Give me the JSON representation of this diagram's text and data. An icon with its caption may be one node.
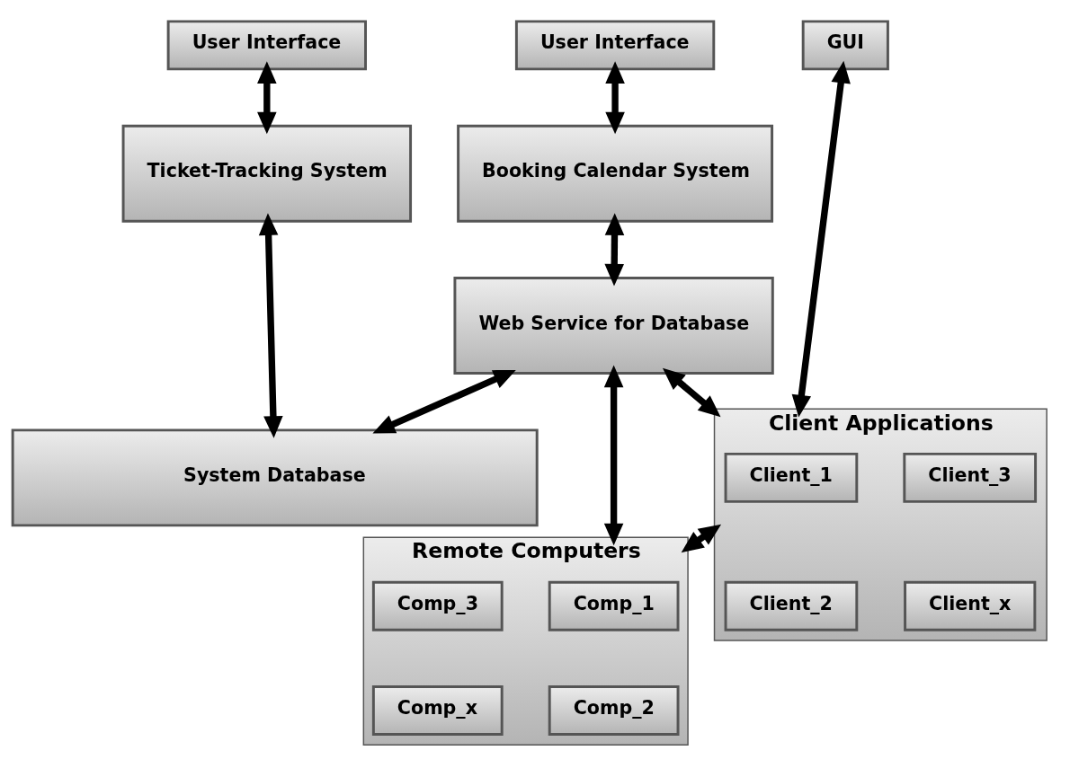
{
  "diagram": {
    "nodes": [
      {
        "text": [
          "GUI"
        ]
      },
      {
        "text": [
          "User Interface"
        ]
      },
      {
        "text": [
          "User Interface"
        ]
      },
      {
        "text": [
          "Client Applications"
        ]
      },
      {
        "text": [
          "Client_1"
        ],
        "in": 3
      },
      {
        "text": [
          "Client_3"
        ],
        "in": 3
      },
      {
        "text": [
          "Client_2"
        ],
        "in": 3
      },
      {
        "text": [
          "Client_x"
        ],
        "in": 3
      },
      {
        "text": [
          "Ticket-Tracking System"
        ]
      },
      {
        "text": [
          "Booking Calendar System"
        ]
      },
      {
        "text": [
          "Web Service for Database"
        ]
      },
      {
        "text": [
          "Remote Computers"
        ]
      },
      {
        "text": [
          "Comp_1"
        ],
        "in": 11
      },
      {
        "text": [
          "Comp_3"
        ],
        "in": 11
      },
      {
        "text": [
          "Comp_2"
        ],
        "in": 11
      },
      {
        "text": [
          "Comp_x"
        ],
        "in": 11
      },
      {
        "text": [
          "System Database"
        ]
      }
    ],
    "edges": [
      {
        "from": 0,
        "to": 3,
        "arrow": "both"
      },
      {
        "from": 1,
        "to": 8,
        "arrow": "both"
      },
      {
        "from": 2,
        "to": 9,
        "arrow": "both"
      },
      {
        "from": 8,
        "to": 16,
        "arrow": "both"
      },
      {
        "from": 9,
        "to": 10,
        "arrow": "both"
      },
      {
        "from": 10,
        "to": 3,
        "arrow": "both"
      },
      {
        "from": 3,
        "to": 11,
        "arrow": "both"
      },
      {
        "from": 10,
        "to": 11,
        "arrow": "both"
      },
      {
        "from": 10,
        "to": 16,
        "arrow": "both"
      }
    ]
  }
}
